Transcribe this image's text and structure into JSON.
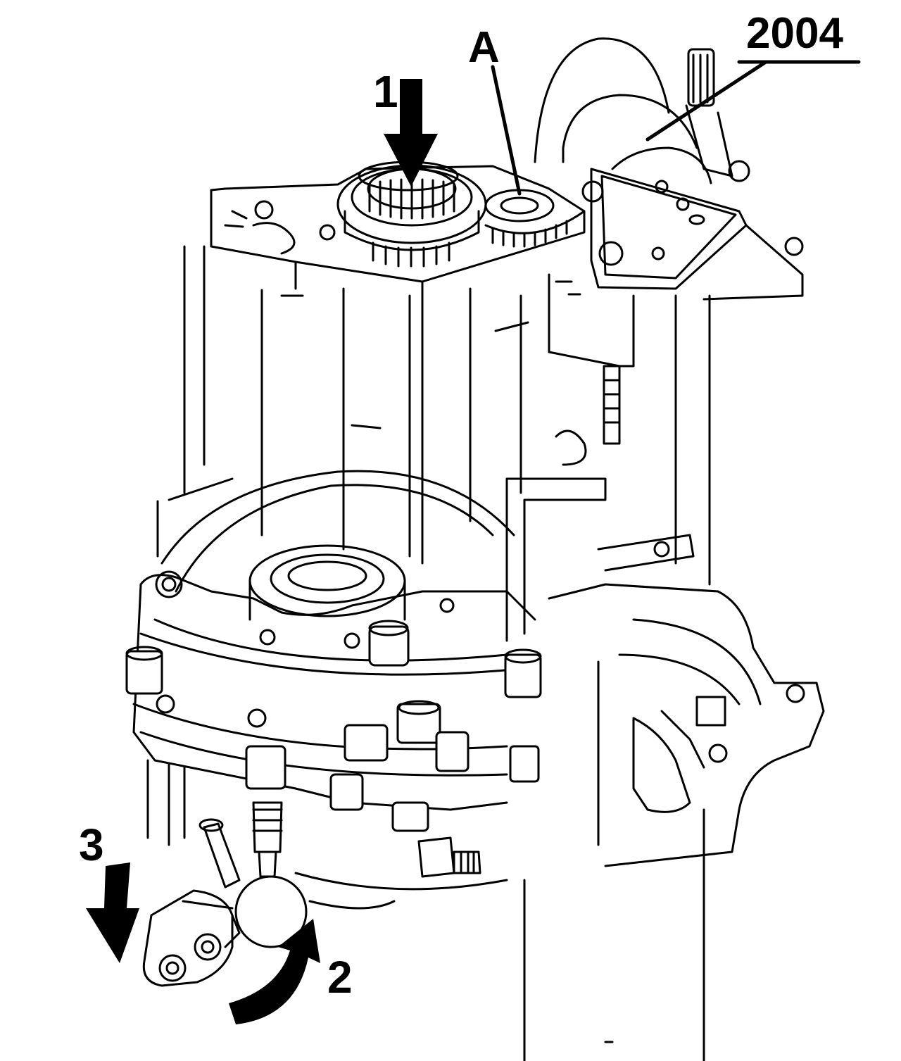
{
  "diagram": {
    "labels": {
      "ref_number": "2004",
      "callout_a": "A",
      "step_1": "1",
      "step_2": "2",
      "step_3": "3"
    },
    "line_color": "#000000",
    "background": "#ffffff"
  }
}
